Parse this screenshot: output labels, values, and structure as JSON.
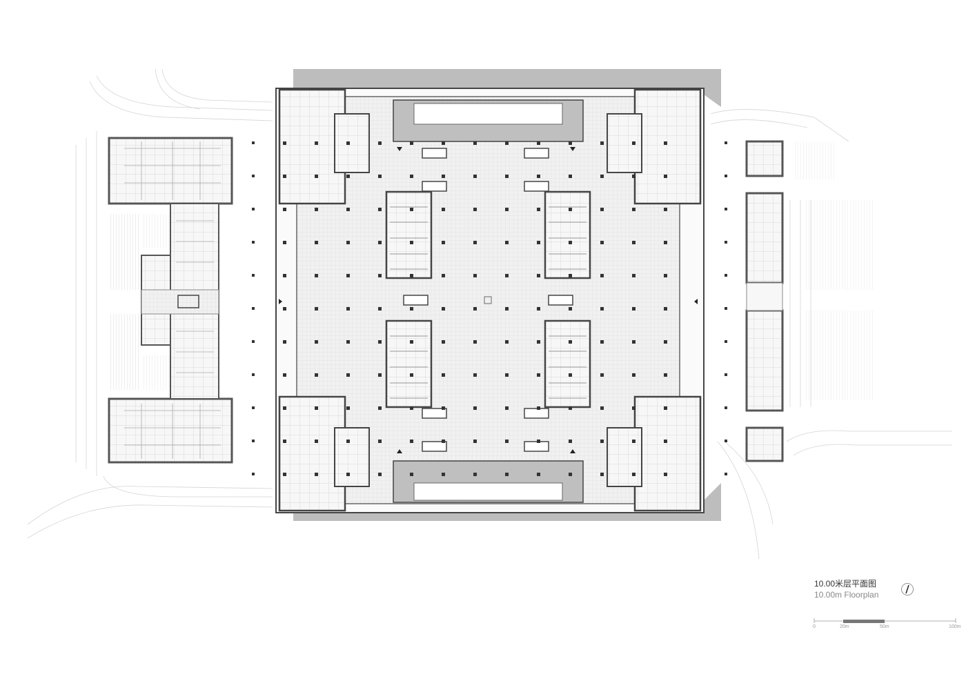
{
  "drawing": {
    "title_cn": "10.00米层平面图",
    "title_en": "10.00m Floorplan",
    "scale_bar": {
      "labels": [
        "0",
        "20m",
        "50m",
        "100m"
      ]
    },
    "colors": {
      "line": "#9a9a9a",
      "dark_line": "#555555",
      "hatch": "#bdbdbd",
      "floor": "#ececec",
      "wall": "#444444",
      "column": "#333333"
    },
    "north_arrow": "north-arrow-icon"
  }
}
